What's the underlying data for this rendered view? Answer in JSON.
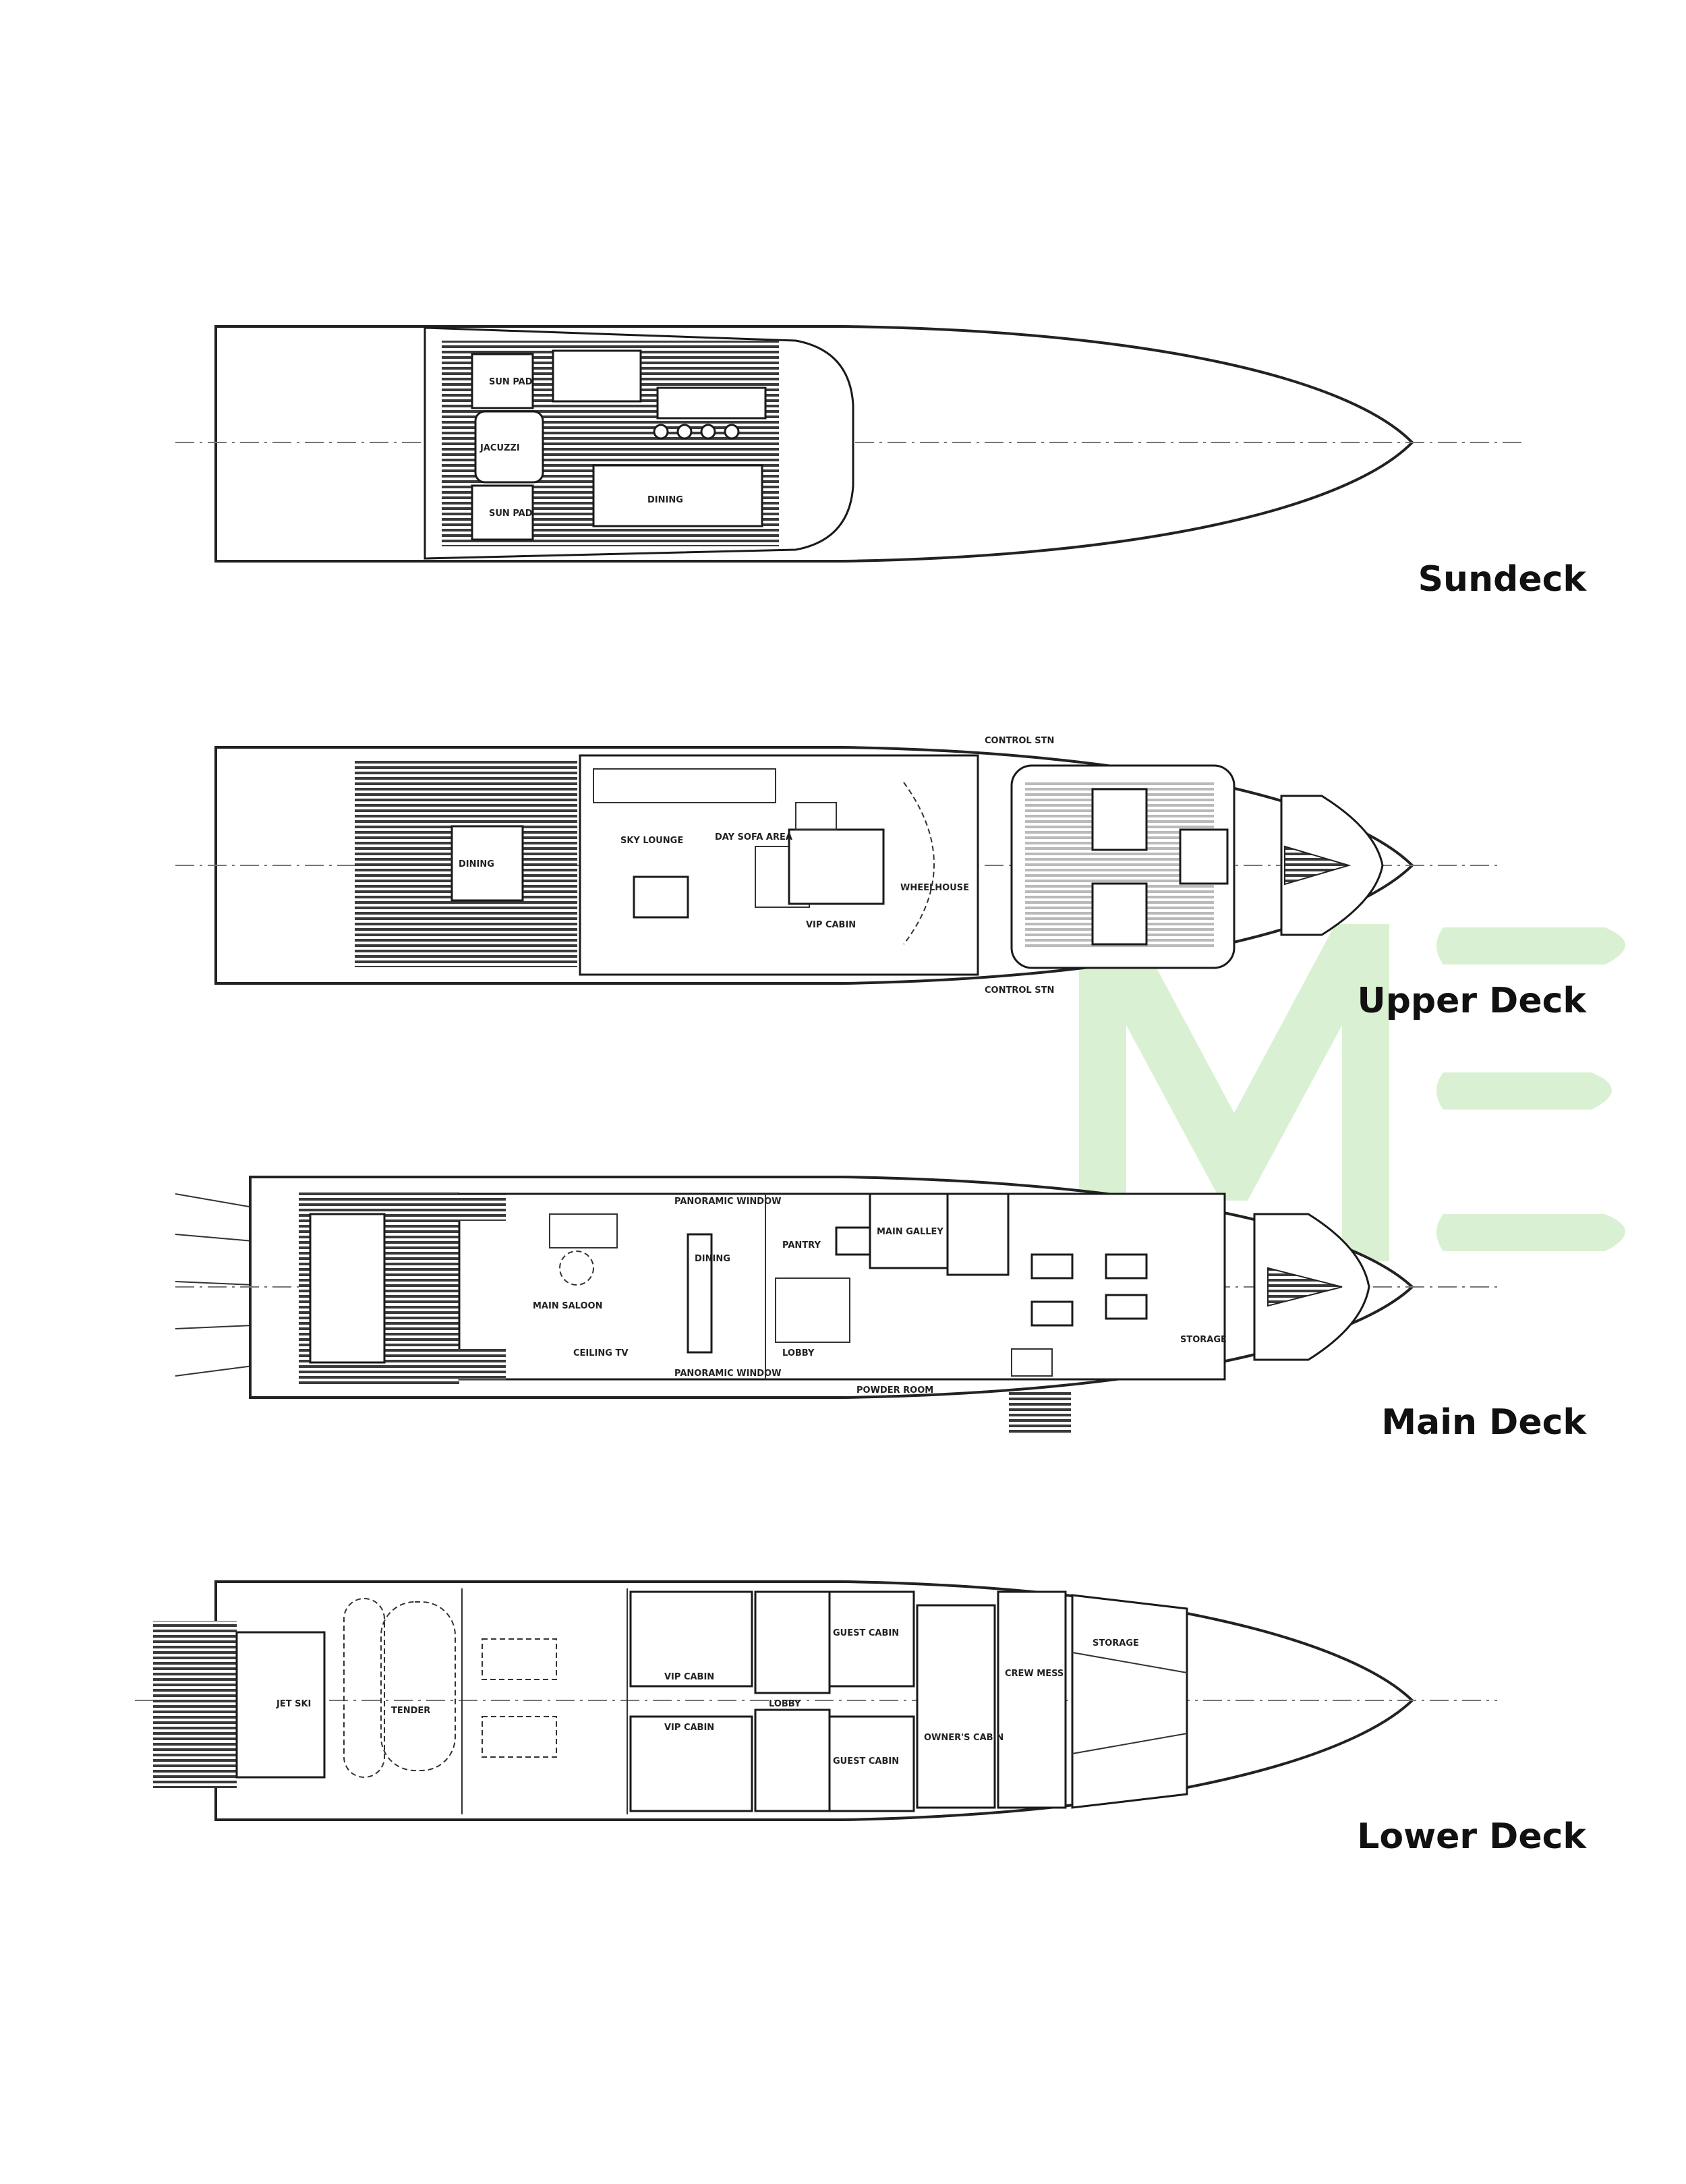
{
  "watermark": {
    "letters": "ME",
    "color": "#d9f1d2"
  },
  "decks": [
    {
      "name": "Sundeck",
      "rooms": [
        "SUN PAD",
        "JACUZZI",
        "SUN PAD",
        "DINING"
      ]
    },
    {
      "name": "Upper Deck",
      "rooms": [
        "DINING",
        "SKY LOUNGE",
        "DAY SOFA AREA",
        "VIP CABIN",
        "WHEELHOUSE",
        "CONTROL STN",
        "CONTROL STN"
      ]
    },
    {
      "name": "Main Deck",
      "rooms": [
        "MAIN SALOON",
        "DINING",
        "PANORAMIC WINDOW",
        "PANORAMIC WINDOW",
        "PANTRY",
        "MAIN GALLEY",
        "POWDER ROOM",
        "STORAGE",
        "CEILING TV",
        "LOBBY"
      ]
    },
    {
      "name": "Lower Deck",
      "rooms": [
        "JET SKI",
        "TENDER",
        "VIP CABIN",
        "VIP CABIN",
        "GUEST CABIN",
        "GUEST CABIN",
        "OWNER'S CABIN",
        "LOBBY",
        "CREW MESS",
        "STORAGE"
      ]
    }
  ]
}
